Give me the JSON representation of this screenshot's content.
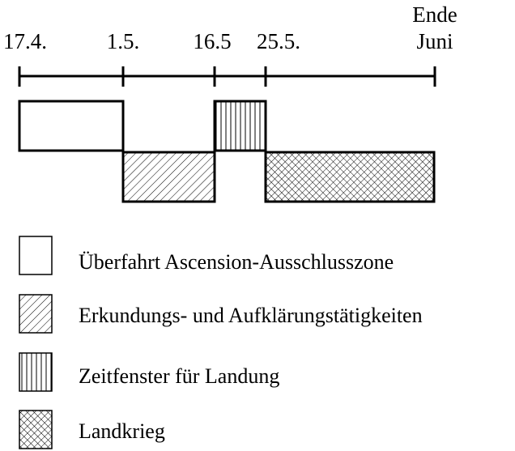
{
  "timeline": {
    "ticks": [
      {
        "label": "17.4."
      },
      {
        "label": "1.5."
      },
      {
        "label": "16.5"
      },
      {
        "label": "25.5."
      },
      {
        "label_line1": "Ende",
        "label_line2": "Juni"
      }
    ]
  },
  "phases": [
    {
      "id": "transit",
      "pattern": "blank",
      "row": "upper",
      "start_tick": 0,
      "end_tick": 1
    },
    {
      "id": "recon",
      "pattern": "diagonal-hatch",
      "row": "lower",
      "start_tick": 1,
      "end_tick": 2
    },
    {
      "id": "landing-window",
      "pattern": "vertical-hatch",
      "row": "upper",
      "start_tick": 2,
      "end_tick": 3
    },
    {
      "id": "land-war",
      "pattern": "crosshatch",
      "row": "lower",
      "start_tick": 3,
      "end_tick": 4
    }
  ],
  "legend": [
    {
      "pattern": "blank",
      "label": "Überfahrt Ascension-Ausschlusszone"
    },
    {
      "pattern": "diagonal-hatch",
      "label": "Erkundungs- und Aufklärungstätigkeiten"
    },
    {
      "pattern": "vertical-hatch",
      "label": "Zeitfenster für Landung"
    },
    {
      "pattern": "crosshatch",
      "label": "Landkrieg"
    }
  ],
  "colors": {
    "ink": "#000000",
    "background": "#ffffff"
  }
}
